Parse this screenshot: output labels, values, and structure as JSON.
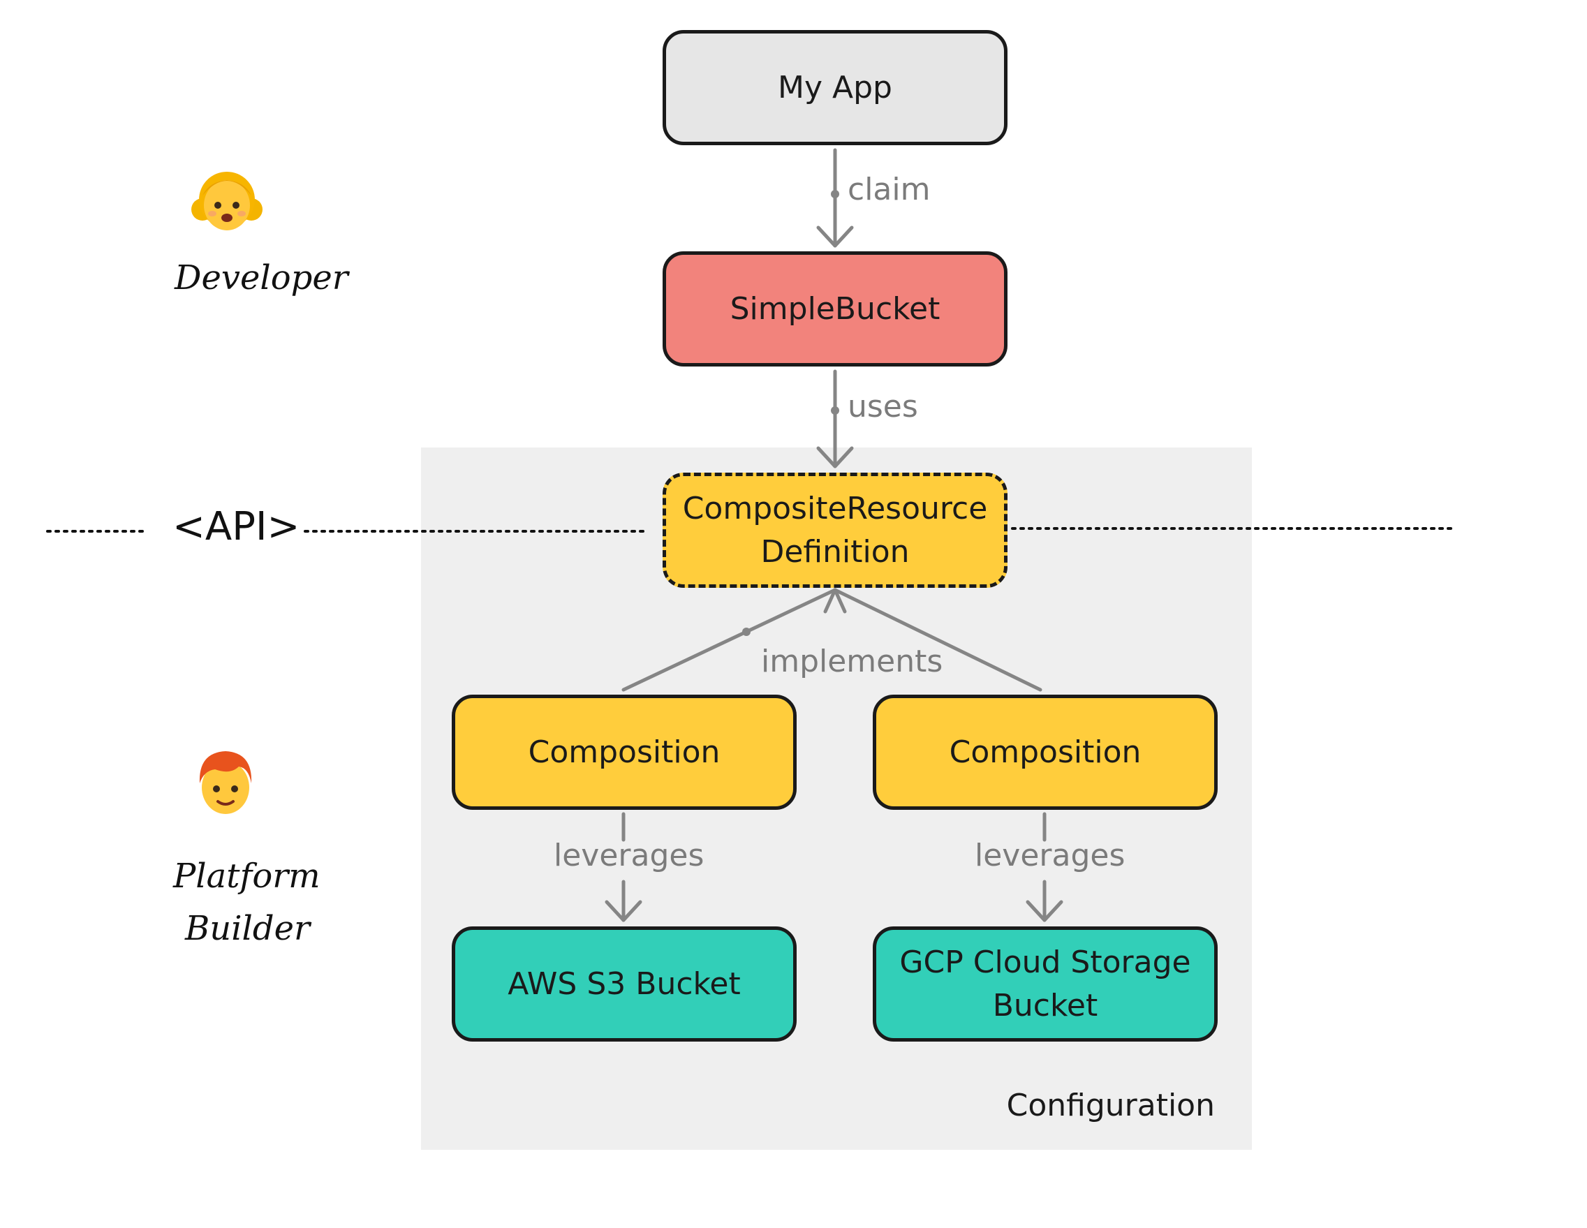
{
  "nodes": {
    "my_app": "My App",
    "simple_bucket": "SimpleBucket",
    "xrd_line1": "CompositeResource",
    "xrd_line2": "Definition",
    "composition_left": "Composition",
    "composition_right": "Composition",
    "aws_bucket": "AWS S3 Bucket",
    "gcp_line1": "GCP Cloud Storage",
    "gcp_line2": "Bucket"
  },
  "edges": {
    "claim": "claim",
    "uses": "uses",
    "implements": "implements",
    "leverages_left": "leverages",
    "leverages_right": "leverages"
  },
  "region": {
    "label": "Configuration"
  },
  "api": {
    "label": "<API>"
  },
  "personas": {
    "developer": {
      "label": "Developer",
      "icon": "girl-emoji-icon"
    },
    "platform_builder": {
      "line1": "Platform",
      "line2": "Builder",
      "icon": "red-haired-person-emoji-icon"
    }
  },
  "colors": {
    "my_app": "#e6e6e6",
    "simple_bucket": "#f2837c",
    "xrd": "#ffcd3c",
    "composition": "#ffcd3c",
    "provider_bucket": "#32cfb8",
    "region_bg": "#efefef",
    "edge": "#858585"
  }
}
